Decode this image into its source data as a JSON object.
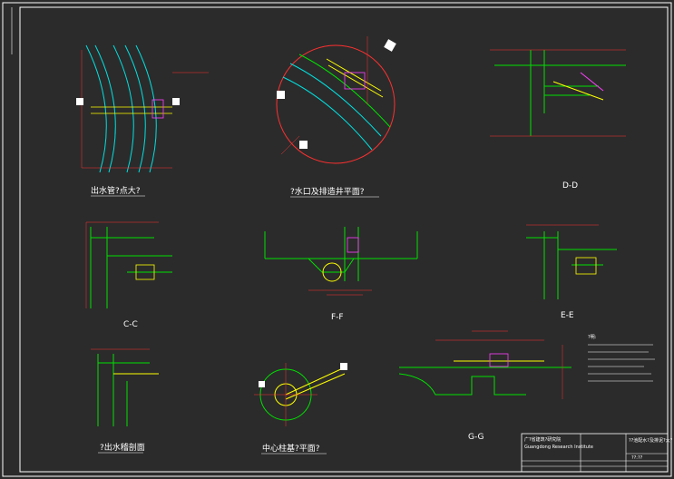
{
  "titles": {
    "outlet_pipe": "出水管?点大?",
    "outlet_plan": "?水口及排造井平面?",
    "dd": "D-D",
    "cc": "C-C",
    "ff": "F-F",
    "ee": "E-E",
    "outlet_section": "?出水稽剖面",
    "center_column": "中心柱基?平面?",
    "gg": "G-G"
  },
  "notes": {
    "heading": "?明:"
  },
  "title_block": {
    "company": "广?省建筑?研究院",
    "company_en": "Guangdong Research Institute",
    "title_right": "??池配水?及排泥?大?",
    "drawing_no": "??:??"
  },
  "colors": {
    "background": "#2b2b2b",
    "frame": "#ffffff",
    "wall": "#00e0e0",
    "dimension": "#ff3030",
    "structure": "#00e000",
    "pipe": "#ffff00",
    "annotation": "#ff40ff"
  }
}
